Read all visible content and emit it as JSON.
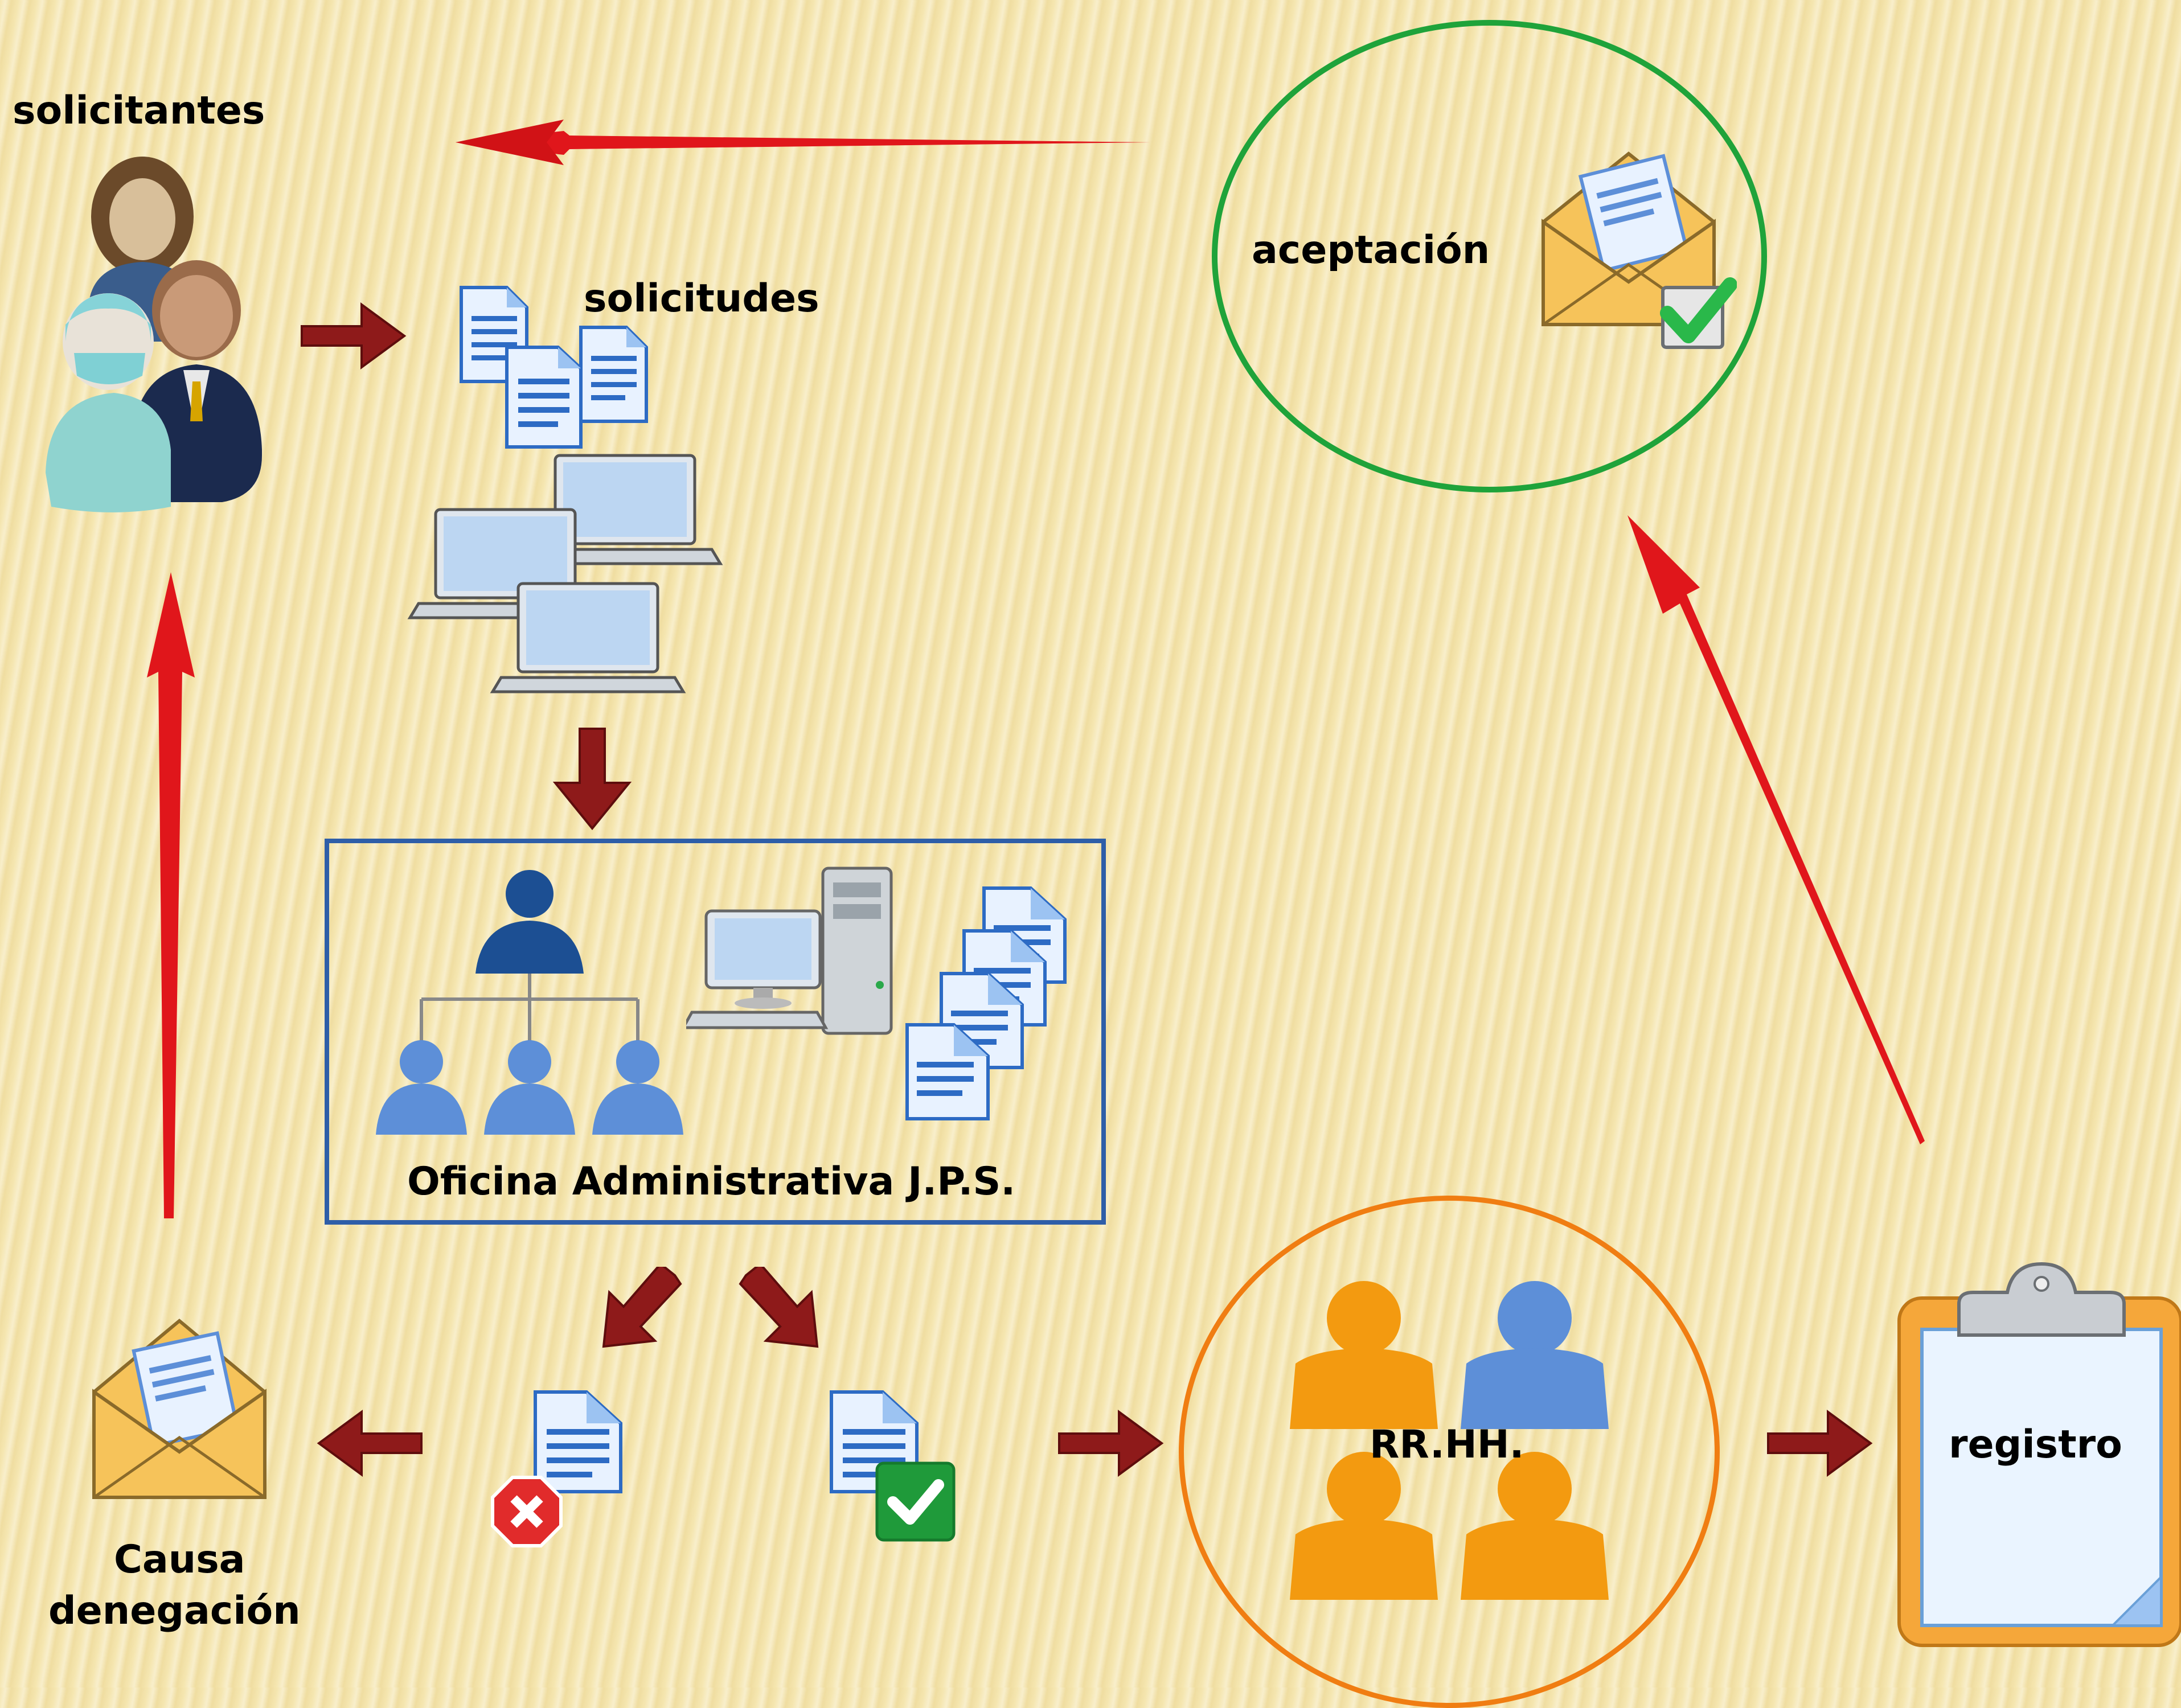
{
  "diagram": {
    "labels": {
      "solicitantes": "solicitantes",
      "solicitudes": "solicitudes",
      "aceptacion": "aceptación",
      "oficina": "Oficina Administrativa J.P.S.",
      "causa_line1": "Causa",
      "causa_line2": "denegación",
      "rrhh": "RR.HH.",
      "registro": "registro"
    },
    "colors": {
      "background": "#f5e6b0",
      "long_arrow": "#e0161b",
      "short_arrow": "#8e1a1a",
      "aceptacion_ring": "#1fa33a",
      "rrhh_ring": "#f07d12",
      "oficina_border": "#2e5ea8",
      "person_orange": "#f39a10",
      "person_blue": "#5d8fd8"
    },
    "icons": [
      "users-group-icon",
      "documents-icon",
      "laptops-icon",
      "org-chart-icon",
      "desktop-computer-icon",
      "document-stack-icon",
      "envelope-icon",
      "rejected-document-icon",
      "approved-document-icon",
      "people-group-icon",
      "clipboard-icon",
      "accepted-envelope-icon"
    ]
  }
}
